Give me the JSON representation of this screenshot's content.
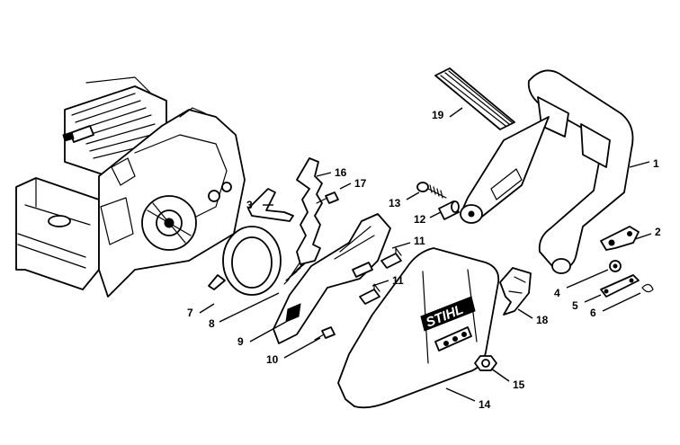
{
  "diagram": {
    "brand_mark": "STIHL",
    "callouts": [
      {
        "id": "1",
        "label": "1"
      },
      {
        "id": "2",
        "label": "2"
      },
      {
        "id": "3",
        "label": "3"
      },
      {
        "id": "4",
        "label": "4"
      },
      {
        "id": "5",
        "label": "5"
      },
      {
        "id": "6",
        "label": "6"
      },
      {
        "id": "7",
        "label": "7"
      },
      {
        "id": "8",
        "label": "8"
      },
      {
        "id": "9",
        "label": "9"
      },
      {
        "id": "10",
        "label": "10"
      },
      {
        "id": "11a",
        "label": "11"
      },
      {
        "id": "11b",
        "label": "11"
      },
      {
        "id": "12",
        "label": "12"
      },
      {
        "id": "13",
        "label": "13"
      },
      {
        "id": "14",
        "label": "14"
      },
      {
        "id": "15",
        "label": "15"
      },
      {
        "id": "16",
        "label": "16"
      },
      {
        "id": "17",
        "label": "17"
      },
      {
        "id": "18",
        "label": "18"
      },
      {
        "id": "19",
        "label": "19"
      }
    ]
  }
}
